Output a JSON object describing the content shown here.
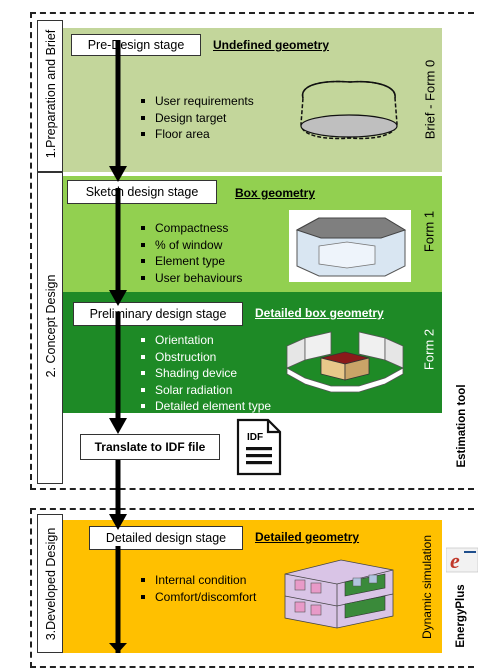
{
  "phases": {
    "p1": "1.Preparation and Brief",
    "p2": "2. Concept Design",
    "p3": "3.Developed Design"
  },
  "stages": {
    "pre_design": {
      "title": "Pre-Design stage",
      "geometry": "Undefined geometry",
      "items": [
        "User requirements",
        "Design target",
        "Floor area"
      ],
      "form": "Brief - Form 0"
    },
    "sketch": {
      "title": "Sketch design stage",
      "geometry": "Box geometry",
      "items": [
        "Compactness",
        "% of window",
        "Element type",
        "User behaviours"
      ],
      "form": "Form 1"
    },
    "preliminary": {
      "title": "Preliminary  design stage",
      "geometry": "Detailed box geometry",
      "items": [
        "Orientation",
        "Obstruction",
        "Shading device",
        "Solar radiation",
        "Detailed element type"
      ],
      "form": "Form 2"
    },
    "detailed": {
      "title": "Detailed  design stage",
      "geometry": "Detailed geometry",
      "items": [
        "Internal condition",
        "Comfort/discomfort"
      ],
      "form": "Dynamic simulation"
    }
  },
  "translate": {
    "label": "Translate to IDF file",
    "icon_text": "IDF"
  },
  "side": {
    "estimation_tool": "Estimation tool",
    "energyplus": "EnergyPlus"
  },
  "colors": {
    "brief_bg": "#c3d69b",
    "sketch_bg": "#92d050",
    "preliminary_bg": "#1e8a26",
    "detailed_bg": "#ffc000",
    "energyplus_red": "#c0392b"
  }
}
